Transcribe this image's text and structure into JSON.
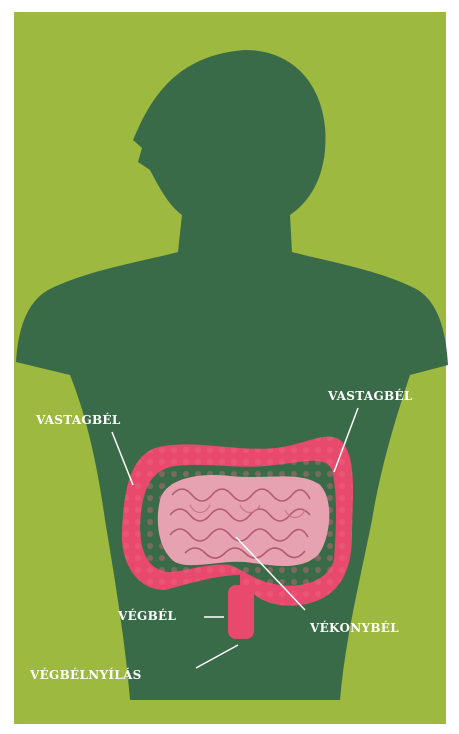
{
  "figure": {
    "labels": {
      "colon_left": "VASTAGBÉL",
      "colon_right": "VASTAGBÉL",
      "rectum": "VÉGBÉL",
      "small_intestine": "VÉKONYBÉL",
      "anus": "VÉGBÉLNYÍLÁS"
    },
    "colors": {
      "background": "#9db93f",
      "silhouette": "#3a6b48",
      "intestine": "#e84a6e",
      "small_intestine": "#e7a2b2",
      "label": "#ffffff"
    }
  }
}
